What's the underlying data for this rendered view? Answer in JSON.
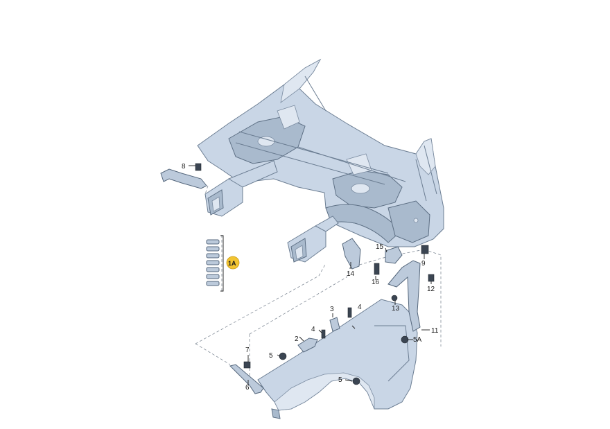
{
  "callouts": {
    "c1a": "1A",
    "c2": "2",
    "c3": "3",
    "c4a": "4",
    "c4b": "4",
    "c5a": "5",
    "c5b": "5",
    "c5A": "5A",
    "c6": "6",
    "c7": "7",
    "c8": "8",
    "c9": "9",
    "c11": "11",
    "c12": "12",
    "c13": "13",
    "c14": "14",
    "c15": "15",
    "c16": "16"
  },
  "colors": {
    "highlight": "#f2c431",
    "body": "#c9d6e6",
    "outline": "#6b7d92"
  }
}
